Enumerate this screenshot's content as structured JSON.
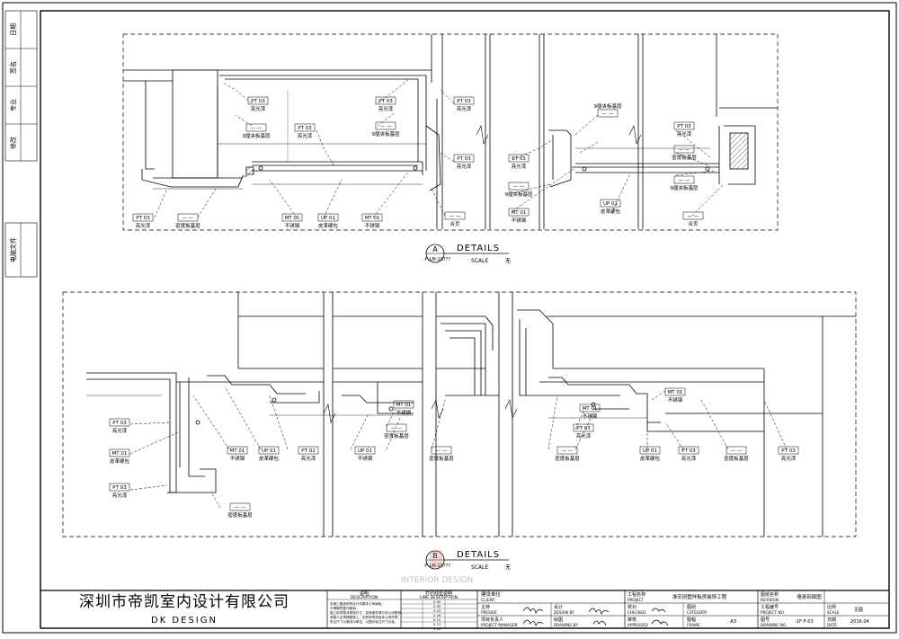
{
  "side_strip": {
    "labels": [
      "日期",
      "签名",
      "专业",
      "修改"
    ],
    "file_label": "电脑文件"
  },
  "details": [
    {
      "bubble_letter": "A",
      "bubble_ref": "-F-LM-19???",
      "title": "DETAILS",
      "scale_label": "SCALE",
      "scale_value": "无"
    },
    {
      "bubble_letter": "B",
      "bubble_ref": "-F-LM-19???",
      "title": "DETAILS",
      "scale_label": "SCALE",
      "scale_value": "无"
    }
  ],
  "material_tags": {
    "a": [
      {
        "code": "PT 03",
        "desc": "亮光漆"
      },
      {
        "code": "— —",
        "desc": "9厘夹板基层"
      },
      {
        "code": "PT 03",
        "desc": "亮光漆"
      },
      {
        "code": "PT 03",
        "desc": "亮光漆"
      },
      {
        "code": "— —",
        "desc": "9厘夹板基层"
      },
      {
        "code": "PT 03",
        "desc": "亮光漆"
      },
      {
        "code": "PT 03",
        "desc": "亮光漆"
      },
      {
        "code": "— —",
        "desc": "密度板基层"
      },
      {
        "code": "MT 01",
        "desc": "不锈钢"
      },
      {
        "code": "UP 01",
        "desc": "皮革硬包"
      },
      {
        "code": "MT 01",
        "desc": "不锈钢"
      },
      {
        "code": "— —",
        "desc": "合页"
      },
      {
        "code": "— —",
        "desc": "9厘夹板基层"
      },
      {
        "code": "PT 03",
        "desc": "亮光漆"
      },
      {
        "code": "— —",
        "desc": "9厘夹板基层"
      },
      {
        "code": "MT 01",
        "desc": "不锈钢"
      },
      {
        "code": "UP 01",
        "desc": "皮革硬包"
      },
      {
        "code": "PT 03",
        "desc": "亮光漆"
      },
      {
        "code": "— —",
        "desc": "密度板基层"
      },
      {
        "code": "— —",
        "desc": "9厘夹板基层"
      },
      {
        "code": "— —",
        "desc": "合页"
      }
    ],
    "b": [
      {
        "code": "PT 03",
        "desc": "亮光漆"
      },
      {
        "code": "MT 01",
        "desc": "皮革硬包"
      },
      {
        "code": "PT 03",
        "desc": "亮光漆"
      },
      {
        "code": "— —",
        "desc": "密度板基层"
      },
      {
        "code": "MT 01",
        "desc": "不锈钢"
      },
      {
        "code": "UP 01",
        "desc": "皮革硬包"
      },
      {
        "code": "PT 02",
        "desc": "亮光漆"
      },
      {
        "code": "MT 01",
        "desc": "不锈钢"
      },
      {
        "code": "UP 01",
        "desc": "不锈钢"
      },
      {
        "code": "— —",
        "desc": "密度板基层"
      },
      {
        "code": "MT 01",
        "desc": "不锈钢"
      },
      {
        "code": "PT 03",
        "desc": "亮光漆"
      },
      {
        "code": "— —",
        "desc": "密度板基层"
      },
      {
        "code": "UP 01",
        "desc": "皮革硬包"
      },
      {
        "code": "PT 03",
        "desc": "亮光漆"
      },
      {
        "code": "— —",
        "desc": "密度板基层"
      },
      {
        "code": "PT 03",
        "desc": "亮光漆"
      }
    ]
  },
  "watermark": {
    "text": "INTERIOR DESIGN"
  },
  "title_block": {
    "company_cn": "深圳市帝凯室内设计有限公司",
    "company_en": "DK DESIGN",
    "notes_title": "说明",
    "notes_title_en": "DESCRIPTION",
    "notes_lines": [
      "本施工图纸所有设计均属本公司版权。",
      "不得随意复印使用。",
      "施工前须核对现场尺寸，如有差异请与本公司联系。",
      "承建人必须按图施工，如有修改须经本公司同意。",
      "所注尺寸以毫米为单位，以图示标注尺寸为准。"
    ],
    "print_title": "打印线型说明",
    "print_title_en": "LINE DESCRIPTION",
    "print_rows": [
      "0.50",
      "0.35",
      "0.25",
      "0.18",
      "0.15",
      "0.13",
      "0.10"
    ],
    "client_cn": "建设单位",
    "client_en": "CLIENT",
    "preside_cn": "主持",
    "preside_en": "PRESIDE",
    "design_cn": "设计",
    "design_en": "DESIGN BY",
    "manager_cn": "项目负责人",
    "manager_en": "PROJECT MANAGER",
    "drawing_cn": "绘图",
    "drawing_en": "DRAWING BY",
    "project_cn": "工程名称",
    "project_en": "PROJECT",
    "project_name": "淮安别墅样板房装饰工程",
    "checked_cn": "校对",
    "checked_en": "CHECKED",
    "approved_cn": "审核",
    "approved_en": "APPROVED",
    "category_cn": "图别",
    "category_en": "CATEGORY",
    "frame_cn": "图幅",
    "frame_en": "FRAME",
    "frame_value": "A3",
    "revision_cn": "图纸名称",
    "revision_en": "REVISION",
    "drawing_name": "墙身剖面图",
    "projno_cn": "工程编号",
    "projno_en": "PROJECT NO.",
    "drawingno_cn": "图号",
    "drawingno_en": "DRAWING NO.",
    "drawing_no": "-1F-F-03",
    "scale_cn": "比例",
    "scale_en": "SCALE",
    "scale_value": "见图",
    "date_cn": "日期",
    "date_en": "DATE",
    "date_value": "2016.04"
  }
}
